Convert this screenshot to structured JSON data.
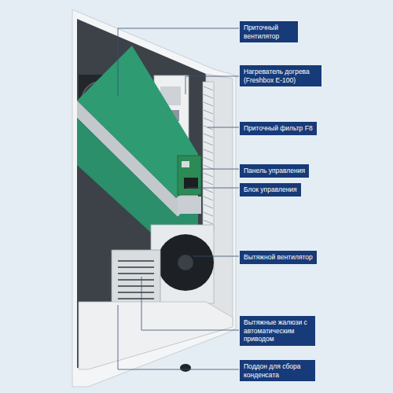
{
  "diagram": {
    "nodes": [
      {
        "text": [
          "Приточный вентилятор"
        ]
      },
      {
        "text": [
          "Нагреватель догрева (Freshbox E-100)"
        ]
      },
      {
        "text": [
          "Приточный фильтр F8"
        ]
      },
      {
        "text": [
          "Панель управления"
        ]
      },
      {
        "text": [
          "Блок управления"
        ]
      },
      {
        "text": [
          "Вытяжной вентилятор"
        ]
      },
      {
        "text": [
          "Вытяжные жалюзи с автоматическим приводом"
        ]
      },
      {
        "text": [
          "Поддон для сбора конденсата"
        ]
      }
    ]
  }
}
